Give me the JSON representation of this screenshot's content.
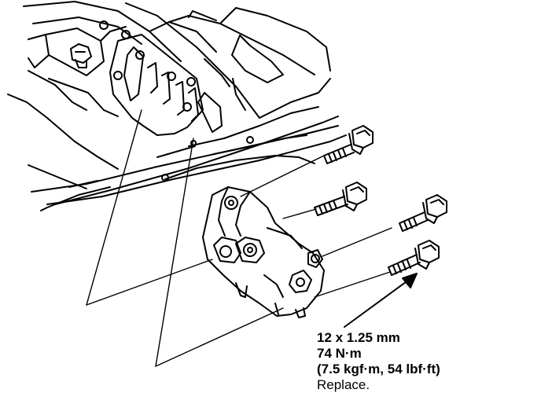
{
  "spec": {
    "size": "12 x 1.25 mm",
    "torque_nm": "74 N·m",
    "torque_alt": "(7.5 kgf·m, 54 lbf·ft)",
    "note": "Replace."
  },
  "colors": {
    "ink": "#000000",
    "paper": "#ffffff"
  }
}
